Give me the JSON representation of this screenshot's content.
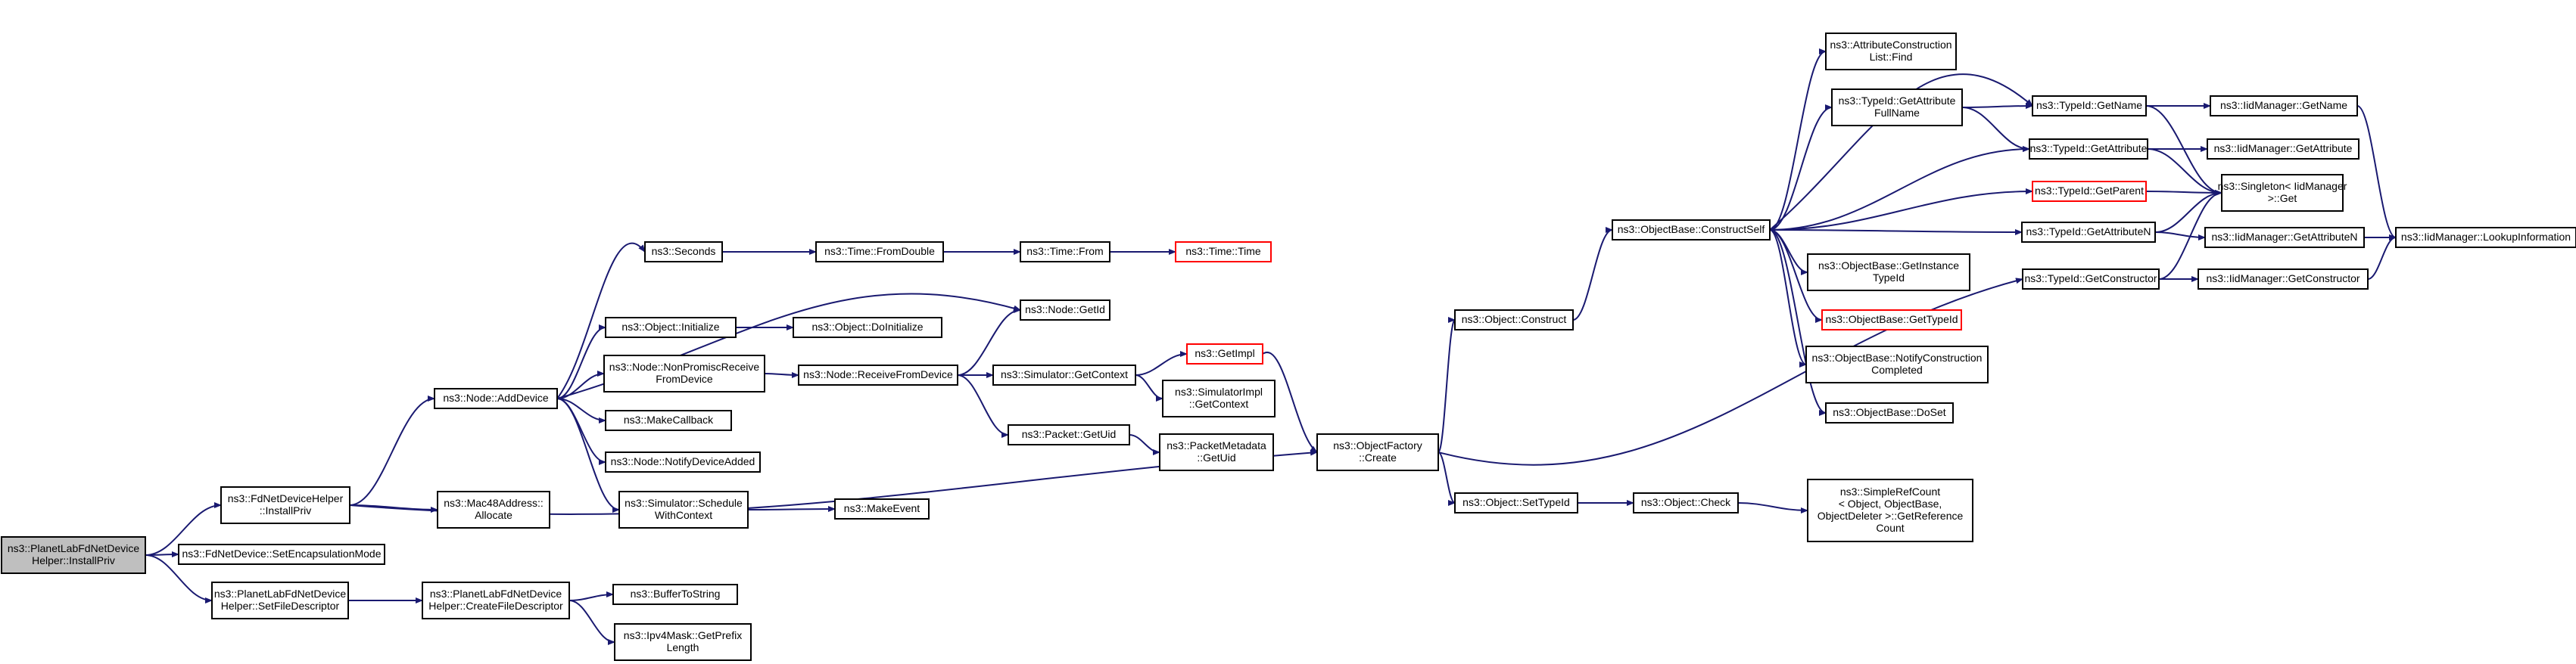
{
  "colors": {
    "edge": "#191970",
    "node_border": "#000000",
    "root_fill": "#bfbfbf",
    "red_border": "#ff0000",
    "background": "#ffffff"
  },
  "nodes": [
    {
      "id": "root",
      "lines": [
        "ns3::PlanetLabFdNetDevice",
        "Helper::InstallPriv"
      ],
      "style": "root"
    },
    {
      "id": "fdhelper_install",
      "lines": [
        "ns3::FdNetDeviceHelper",
        "::InstallPriv"
      ]
    },
    {
      "id": "setencap",
      "lines": [
        "ns3::FdNetDevice::SetEncapsulationMode"
      ]
    },
    {
      "id": "plsetfd",
      "lines": [
        "ns3::PlanetLabFdNetDevice",
        "Helper::SetFileDescriptor"
      ]
    },
    {
      "id": "node_adddevice",
      "lines": [
        "ns3::Node::AddDevice"
      ]
    },
    {
      "id": "mac48",
      "lines": [
        "ns3::Mac48Address::",
        "Allocate"
      ]
    },
    {
      "id": "plcreatefd",
      "lines": [
        "ns3::PlanetLabFdNetDevice",
        "Helper::CreateFileDescriptor"
      ]
    },
    {
      "id": "seconds",
      "lines": [
        "ns3::Seconds"
      ]
    },
    {
      "id": "obj_initialize",
      "lines": [
        "ns3::Object::Initialize"
      ]
    },
    {
      "id": "node_nonpromisc",
      "lines": [
        "ns3::Node::NonPromiscReceive",
        "FromDevice"
      ]
    },
    {
      "id": "makecallback",
      "lines": [
        "ns3::MakeCallback"
      ]
    },
    {
      "id": "node_notify",
      "lines": [
        "ns3::Node::NotifyDeviceAdded"
      ]
    },
    {
      "id": "sim_schedule",
      "lines": [
        "ns3::Simulator::Schedule",
        "WithContext"
      ]
    },
    {
      "id": "buffertostring",
      "lines": [
        "ns3::BufferToString"
      ]
    },
    {
      "id": "ipv4mask",
      "lines": [
        "ns3::Ipv4Mask::GetPrefix",
        "Length"
      ]
    },
    {
      "id": "time_fromdouble",
      "lines": [
        "ns3::Time::FromDouble"
      ]
    },
    {
      "id": "obj_doinitialize",
      "lines": [
        "ns3::Object::DoInitialize"
      ]
    },
    {
      "id": "node_receive",
      "lines": [
        "ns3::Node::ReceiveFromDevice"
      ]
    },
    {
      "id": "makeevent",
      "lines": [
        "ns3::MakeEvent"
      ]
    },
    {
      "id": "time_from",
      "lines": [
        "ns3::Time::From"
      ]
    },
    {
      "id": "node_getid",
      "lines": [
        "ns3::Node::GetId"
      ]
    },
    {
      "id": "sim_getcontext",
      "lines": [
        "ns3::Simulator::GetContext"
      ]
    },
    {
      "id": "packet_getuid",
      "lines": [
        "ns3::Packet::GetUid"
      ]
    },
    {
      "id": "time_time",
      "lines": [
        "ns3::Time::Time"
      ],
      "style": "red"
    },
    {
      "id": "getimpl",
      "lines": [
        "ns3::GetImpl"
      ],
      "style": "red"
    },
    {
      "id": "simimpl_getcontext",
      "lines": [
        "ns3::SimulatorImpl",
        "::GetContext"
      ]
    },
    {
      "id": "packetmeta_getuid",
      "lines": [
        "ns3::PacketMetadata",
        "::GetUid"
      ]
    },
    {
      "id": "objfactory_create",
      "lines": [
        "ns3::ObjectFactory",
        "::Create"
      ]
    },
    {
      "id": "obj_construct",
      "lines": [
        "ns3::Object::Construct"
      ]
    },
    {
      "id": "obj_settypeid",
      "lines": [
        "ns3::Object::SetTypeId"
      ]
    },
    {
      "id": "objbase_constructself",
      "lines": [
        "ns3::ObjectBase::ConstructSelf"
      ]
    },
    {
      "id": "obj_check",
      "lines": [
        "ns3::Object::Check"
      ]
    },
    {
      "id": "attrconstruct_find",
      "lines": [
        "ns3::AttributeConstruction",
        "List::Find"
      ]
    },
    {
      "id": "typeid_getattrfullname",
      "lines": [
        "ns3::TypeId::GetAttribute",
        "FullName"
      ]
    },
    {
      "id": "objbase_getinstance",
      "lines": [
        "ns3::ObjectBase::GetInstance",
        "TypeId"
      ]
    },
    {
      "id": "objbase_gettypeid",
      "lines": [
        "ns3::ObjectBase::GetTypeId"
      ],
      "style": "red"
    },
    {
      "id": "objbase_notify",
      "lines": [
        "ns3::ObjectBase::NotifyConstruction",
        "Completed"
      ]
    },
    {
      "id": "objbase_doset",
      "lines": [
        "ns3::ObjectBase::DoSet"
      ]
    },
    {
      "id": "simplerefcount",
      "lines": [
        "ns3::SimpleRefCount",
        "< Object, ObjectBase,",
        "ObjectDeleter >::GetReference",
        "Count"
      ]
    },
    {
      "id": "typeid_getname",
      "lines": [
        "ns3::TypeId::GetName"
      ]
    },
    {
      "id": "typeid_getattribute",
      "lines": [
        "ns3::TypeId::GetAttribute"
      ]
    },
    {
      "id": "typeid_getparent",
      "lines": [
        "ns3::TypeId::GetParent"
      ],
      "style": "red"
    },
    {
      "id": "typeid_getattributen",
      "lines": [
        "ns3::TypeId::GetAttributeN"
      ]
    },
    {
      "id": "typeid_getconstructor",
      "lines": [
        "ns3::TypeId::GetConstructor"
      ]
    },
    {
      "id": "iidmgr_getname",
      "lines": [
        "ns3::IidManager::GetName"
      ]
    },
    {
      "id": "iidmgr_getattribute",
      "lines": [
        "ns3::IidManager::GetAttribute"
      ]
    },
    {
      "id": "singleton_get",
      "lines": [
        "ns3::Singleton< IidManager",
        ">::Get"
      ]
    },
    {
      "id": "iidmgr_getattributen",
      "lines": [
        "ns3::IidManager::GetAttributeN"
      ]
    },
    {
      "id": "iidmgr_getconstructor",
      "lines": [
        "ns3::IidManager::GetConstructor"
      ]
    },
    {
      "id": "iidmgr_lookup",
      "lines": [
        "ns3::IidManager::LookupInformation"
      ]
    }
  ]
}
